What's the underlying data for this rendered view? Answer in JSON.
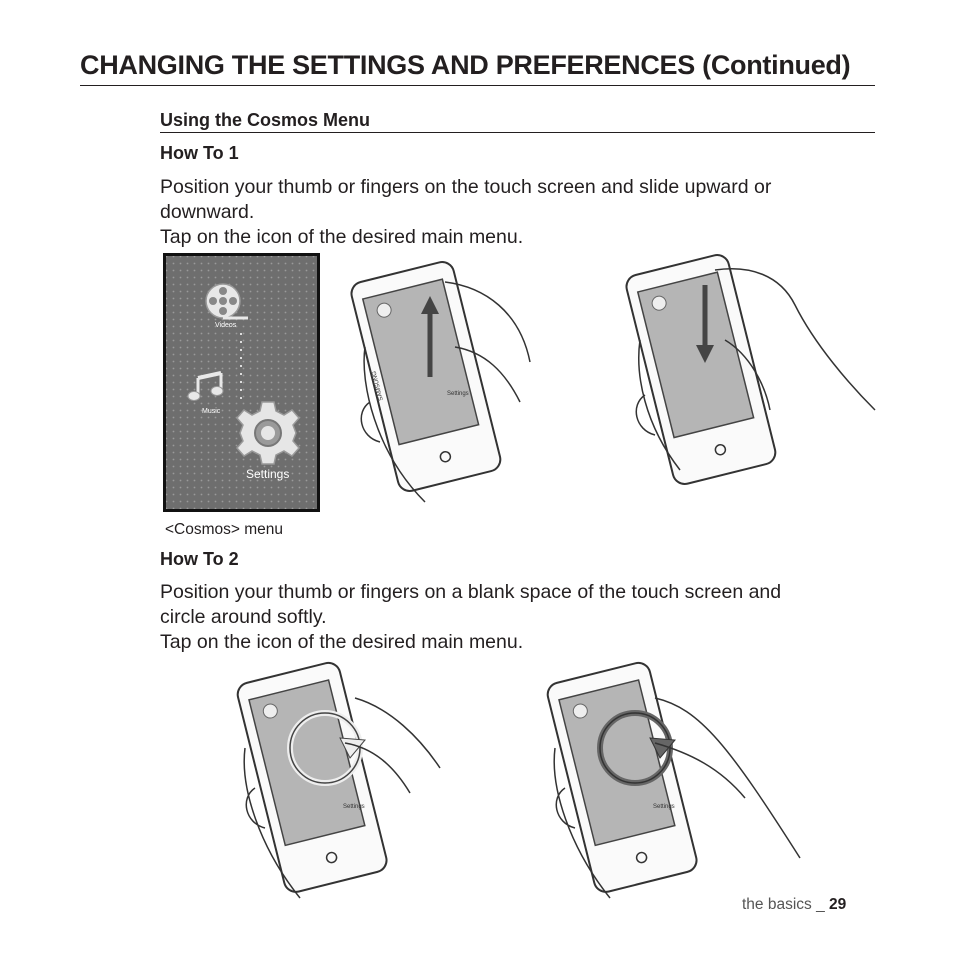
{
  "page_title": "CHANGING THE SETTINGS AND PREFERENCES (Continued)",
  "section_title": "Using the Cosmos Menu",
  "how_to_1": {
    "heading": "How To 1",
    "line1": "Position your thumb or fingers on the touch screen and slide upward or",
    "line2": "downward.",
    "line3": "Tap on the icon of the desired main menu."
  },
  "cosmos_screen": {
    "videos_label": "Videos",
    "music_label": "Music",
    "settings_label": "Settings",
    "caption": "<Cosmos> menu"
  },
  "how_to_2": {
    "heading": "How To 2",
    "line1": "Position your thumb or fingers on a blank space of the touch screen and",
    "line2": "circle around softly.",
    "line3": "Tap on the icon of the desired main menu."
  },
  "device_labels": {
    "settings_small": "Settings",
    "brand": "SAMSUNG"
  },
  "footer": {
    "section": "the basics _ ",
    "page_number": "29"
  }
}
